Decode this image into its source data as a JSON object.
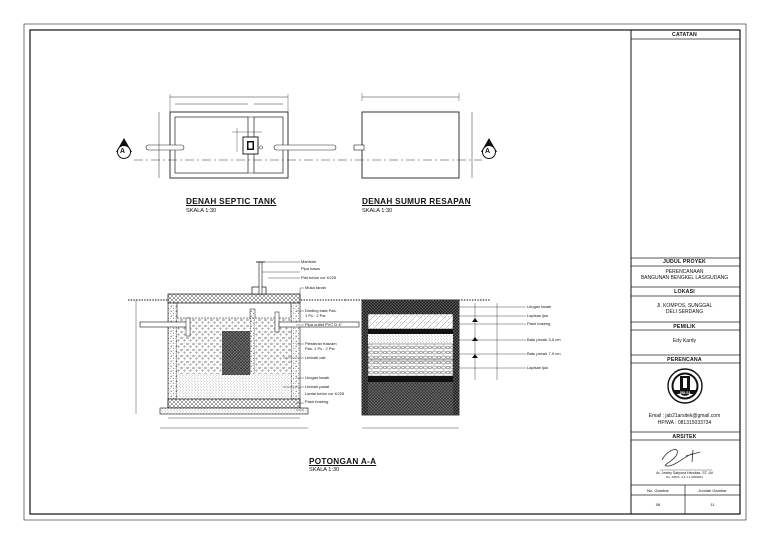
{
  "plans": {
    "septic_title": "DENAH SEPTIC TANK",
    "septic_scale": "SKALA 1:30",
    "sumur_title": "DENAH SUMUR RESAPAN",
    "sumur_scale": "SKALA 1:30",
    "section_marker": "A"
  },
  "section": {
    "title": "POTONGAN A-A",
    "scale": "SKALA 1:30",
    "septic_labels": [
      "Manhole",
      "Pipa hawa",
      "Plat beton cor K225",
      "Muka tanah",
      "Dinding bata Pas.",
      "1 Pc : 2 Psr",
      "Pipa outlet PVC D 4\"",
      "Plesteran trasram",
      "Pas. 1 Pc : 2 Psr",
      "Limbah cair",
      "Urugan tanah",
      "Limbah padat",
      "Lantai beton cor K225",
      "Pasir boseng"
    ],
    "sumur_labels": [
      "Urugan tanah",
      "Lapisan ijuk",
      "Pasir boseng",
      "Batu pecah 3-5 cm",
      "Batu pecah 7-9 cm",
      "Lapisan ijuk"
    ]
  },
  "title_block": {
    "catatan": "CATATAN",
    "judul_proyek": "JUDUL PROYEK",
    "project_line1": "PERENCANAAN",
    "project_line2": "BANGUNAN BENGKEL LAS/GUDANG",
    "lokasi": "LOKASI",
    "lokasi_line1": "Jl. KOMPOS, SUNGGAL",
    "lokasi_line2": "DELI SERDANG",
    "pemilik": "PEMILIK",
    "owner": "Edy Kardy",
    "perencana": "PERENCANA",
    "logo_text": "JBLS1",
    "email": "Email : jab21arsitek@gmail.com",
    "phone": "HP/WA : 081315033734",
    "arsitek": "ARSITEK",
    "architect_name": "Ar. Jestey Satyona Handias, ST, IAI",
    "architect_sub": "No. STRA: 1.1.1.1.0000001",
    "no_gambar": "No. Gambar",
    "jumlah_gambar": "Jumlah Gambar",
    "sheet_no": "08",
    "sheet_total": "11"
  },
  "icons": [
    "section-marker-icon",
    "logo-seal-icon",
    "signature-icon"
  ]
}
